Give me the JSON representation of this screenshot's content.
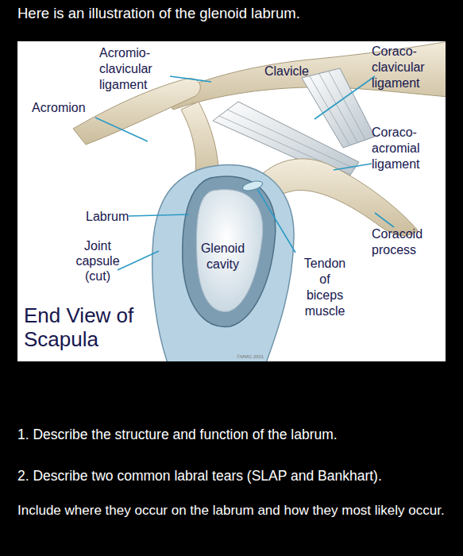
{
  "diagram": {
    "title": "Here is an illustration of the glenoid labrum.",
    "labels": [
      "Acromio- clavicular ligament",
      "Clavicle",
      "Coraco- clavicular ligament",
      "Acromion",
      "Coraco- acromial ligament",
      "Labrum",
      "Coracoid process",
      "Joint capsule (cut)",
      "Glenoid cavity",
      "Tendon of biceps muscle",
      "End View of Scapula",
      "©MMG 2001",
      "1. Describe the structure and function of the labrum.",
      "2. Describe two common labral tears (SLAP and Bankhart).",
      "Include where they occur on the labrum and how they most likely occur."
    ]
  }
}
